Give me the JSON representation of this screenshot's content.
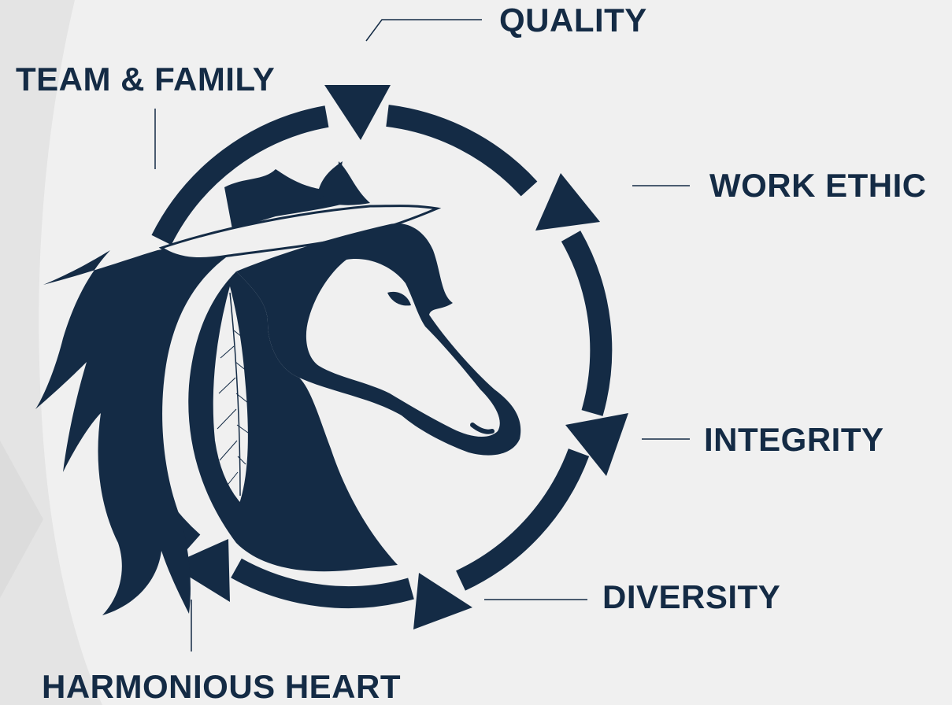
{
  "colors": {
    "background": "#f0f0f0",
    "navy": "#142b45",
    "watermark": "#e3e3e3"
  },
  "logo": {
    "icon": "horse-head-with-feather-icon"
  },
  "values": [
    {
      "id": "quality",
      "label": "QUALITY"
    },
    {
      "id": "work-ethic",
      "label": "WORK ETHIC"
    },
    {
      "id": "integrity",
      "label": "INTEGRITY"
    },
    {
      "id": "diversity",
      "label": "DIVERSITY"
    },
    {
      "id": "harmonious-heart",
      "label": "HARMONIOUS HEART"
    },
    {
      "id": "team-family",
      "label": "TEAM & FAMILY"
    }
  ]
}
